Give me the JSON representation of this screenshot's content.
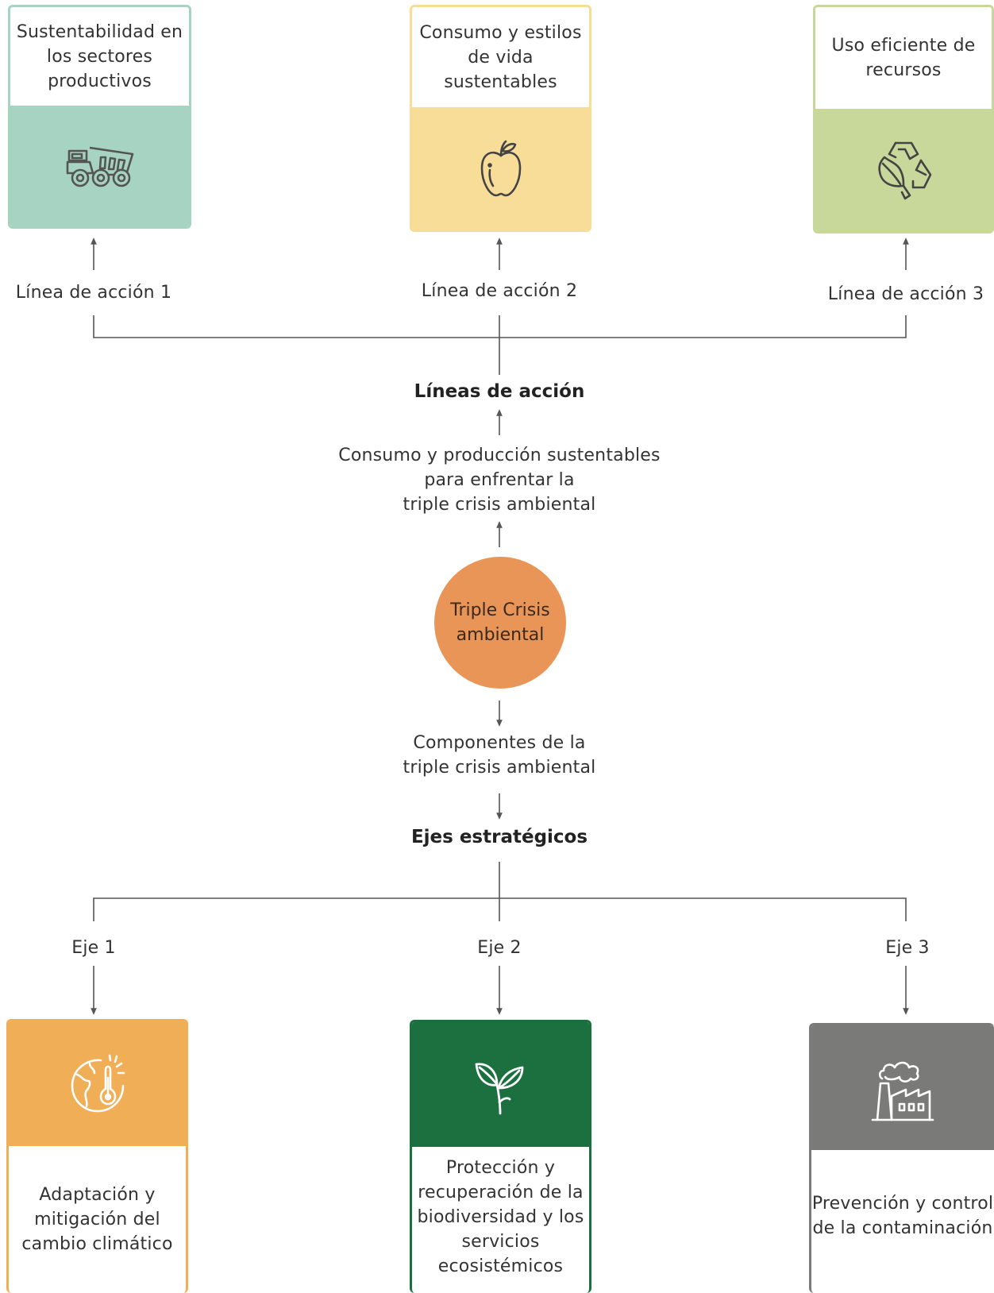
{
  "colors": {
    "teal": "#a7d4c2",
    "yellow": "#f7dd97",
    "green_light": "#c8d89b",
    "orange_amber": "#f0ae56",
    "green_dark": "#1c7040",
    "gray": "#7a7a78",
    "circle": "#e89557",
    "lines": "#555555"
  },
  "lineas": {
    "heading": "Líneas de acción",
    "items": [
      {
        "label": "Línea de acción 1",
        "title": "Sustentabilidad en\nlos sectores\nproductivos",
        "icon": "dump-truck-icon"
      },
      {
        "label": "Línea de acción 2",
        "title": "Consumo y estilos\nde vida sustentables",
        "icon": "apple-icon"
      },
      {
        "label": "Línea de acción 3",
        "title": "Uso eficiente de\nrecursos",
        "icon": "recycle-leaf-icon"
      }
    ]
  },
  "center": {
    "upper_text": "Consumo y producción sustentables\npara enfrentar la\ntriple crisis ambiental",
    "circle_text": "Triple Crisis\nambiental",
    "lower_text": "Componentes de la\ntriple crisis ambiental"
  },
  "ejes": {
    "heading": "Ejes estratégicos",
    "items": [
      {
        "label": "Eje 1",
        "title": "Adaptación y\nmitigación del\ncambio climático",
        "icon": "globe-thermometer-icon"
      },
      {
        "label": "Eje 2",
        "title": "Protección y\nrecuperación de la\nbiodiversidad y los\nservicios\necosistémicos",
        "icon": "sprout-icon"
      },
      {
        "label": "Eje 3",
        "title": "Prevención y control\nde la contaminación",
        "icon": "factory-icon"
      }
    ]
  }
}
